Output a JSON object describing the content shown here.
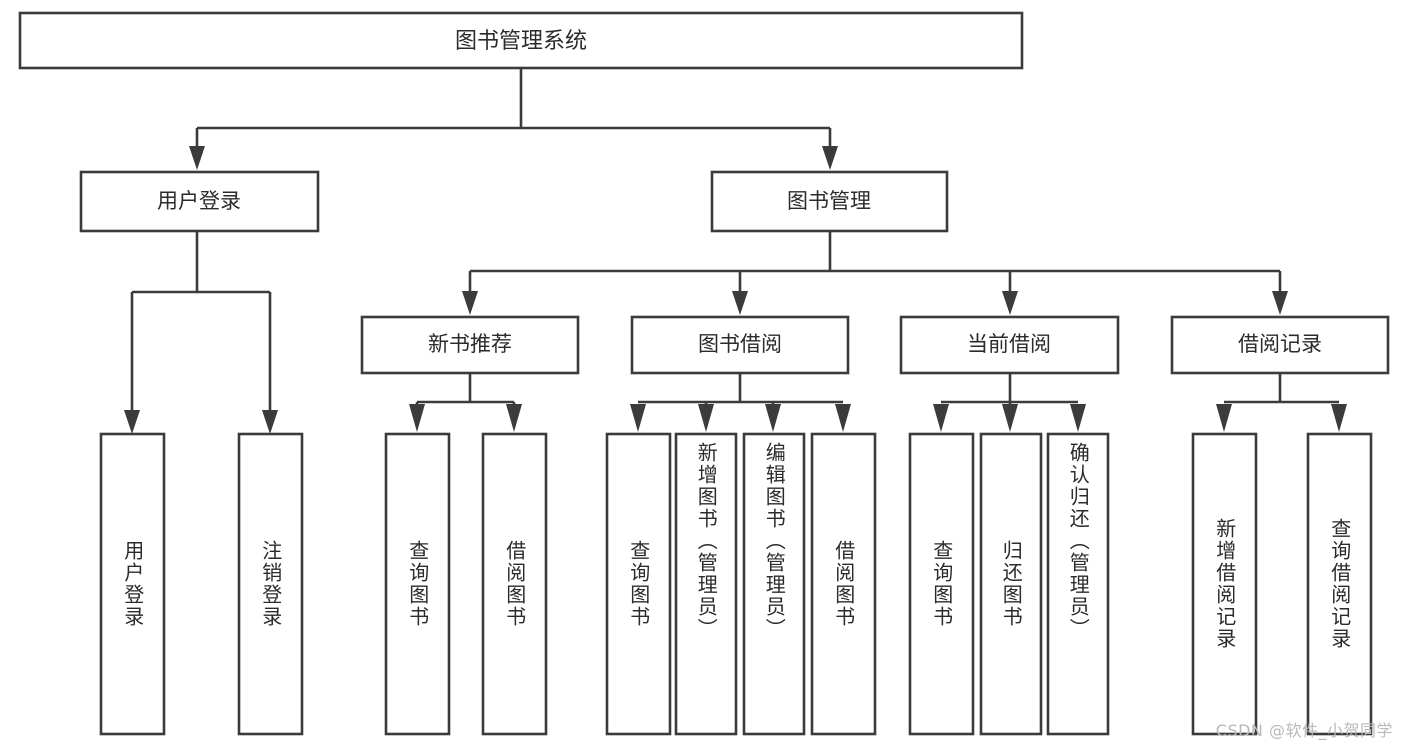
{
  "diagram": {
    "type": "tree-hierarchy",
    "root": {
      "id": "root",
      "label": "图书管理系统",
      "orientation": "horizontal"
    },
    "level2": [
      {
        "id": "user-login",
        "label": "用户登录",
        "orientation": "horizontal"
      },
      {
        "id": "book-manage",
        "label": "图书管理",
        "orientation": "horizontal"
      }
    ],
    "level3": [
      {
        "id": "new-book-recommend",
        "label": "新书推荐",
        "orientation": "horizontal",
        "parent": "book-manage"
      },
      {
        "id": "book-borrow",
        "label": "图书借阅",
        "orientation": "horizontal",
        "parent": "book-manage"
      },
      {
        "id": "current-borrow",
        "label": "当前借阅",
        "orientation": "horizontal",
        "parent": "book-manage"
      },
      {
        "id": "borrow-record",
        "label": "借阅记录",
        "orientation": "horizontal",
        "parent": "book-manage"
      }
    ],
    "leaves": [
      {
        "id": "leaf-user-login",
        "label": "用户登录",
        "parent": "user-login",
        "orientation": "vertical"
      },
      {
        "id": "leaf-user-logout",
        "label": "注销登录",
        "parent": "user-login",
        "orientation": "vertical"
      },
      {
        "id": "leaf-query-book-1",
        "label": "查询图书",
        "parent": "new-book-recommend",
        "orientation": "vertical"
      },
      {
        "id": "leaf-borrow-book-1",
        "label": "借阅图书",
        "parent": "new-book-recommend",
        "orientation": "vertical"
      },
      {
        "id": "leaf-query-book-2",
        "label": "查询图书",
        "parent": "book-borrow",
        "orientation": "vertical"
      },
      {
        "id": "leaf-add-book",
        "label": "新增图书（管理员）",
        "parent": "book-borrow",
        "orientation": "vertical"
      },
      {
        "id": "leaf-edit-book",
        "label": "编辑图书（管理员）",
        "parent": "book-borrow",
        "orientation": "vertical"
      },
      {
        "id": "leaf-borrow-book-2",
        "label": "借阅图书",
        "parent": "book-borrow",
        "orientation": "vertical"
      },
      {
        "id": "leaf-query-book-3",
        "label": "查询图书",
        "parent": "current-borrow",
        "orientation": "vertical"
      },
      {
        "id": "leaf-return-book",
        "label": "归还图书",
        "parent": "current-borrow",
        "orientation": "vertical"
      },
      {
        "id": "leaf-confirm-return",
        "label": "确认归还（管理员）",
        "parent": "current-borrow",
        "orientation": "vertical"
      },
      {
        "id": "leaf-add-record",
        "label": "新增借阅记录",
        "parent": "borrow-record",
        "orientation": "vertical"
      },
      {
        "id": "leaf-query-record",
        "label": "查询借阅记录",
        "parent": "borrow-record",
        "orientation": "vertical"
      }
    ],
    "colors": {
      "stroke": "#3b3b3b",
      "fill": "#ffffff",
      "text": "#2b2b2b",
      "background": "#ffffff",
      "watermark": "#b9b9b9"
    }
  },
  "watermark": {
    "text": "CSDN @软件_小贺同学"
  }
}
